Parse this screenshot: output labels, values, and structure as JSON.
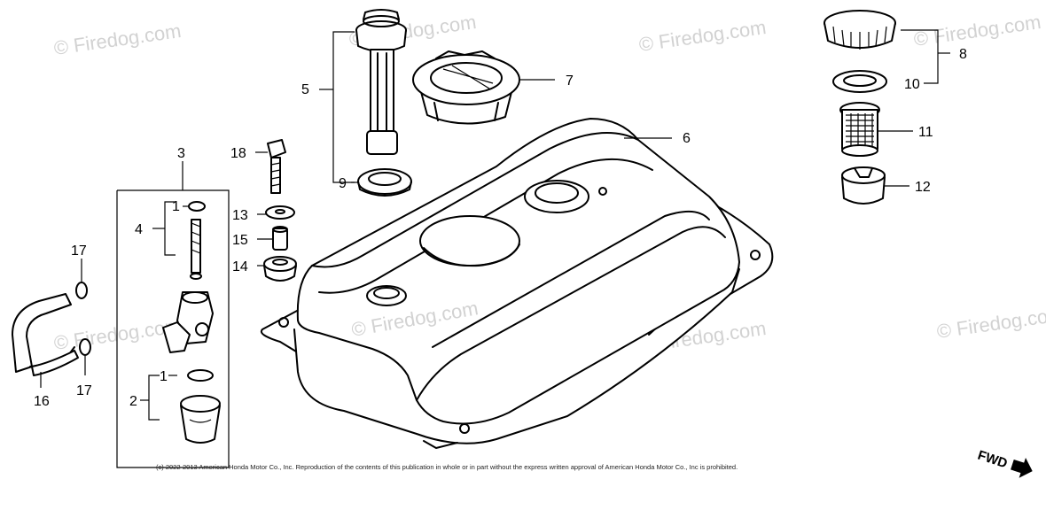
{
  "watermark": {
    "text": "© Firedog.com"
  },
  "copyright": "(c) 2022-2013 American Honda Motor Co., Inc. Reproduction of the contents of this publication in whole or in part without the express written approval of American Honda Motor Co., Inc is prohibited.",
  "direction": {
    "label": "FWD"
  },
  "callouts": {
    "c1a": "1",
    "c1b": "1",
    "c2": "2",
    "c3": "3",
    "c4": "4",
    "c5": "5",
    "c6": "6",
    "c7": "7",
    "c8": "8",
    "c9": "9",
    "c10": "10",
    "c11": "11",
    "c12": "12",
    "c13": "13",
    "c14": "14",
    "c15": "15",
    "c16": "16",
    "c17a": "17",
    "c17b": "17",
    "c18": "18"
  },
  "parts": {
    "fuel_tank": "fuel-tank",
    "fuel_cock": "fuel-cock",
    "fuel_gauge": "fuel-gauge",
    "tank_cap": "tank-cap",
    "filler_cap": "filler-cap",
    "fuel_tube": "fuel-tube"
  }
}
